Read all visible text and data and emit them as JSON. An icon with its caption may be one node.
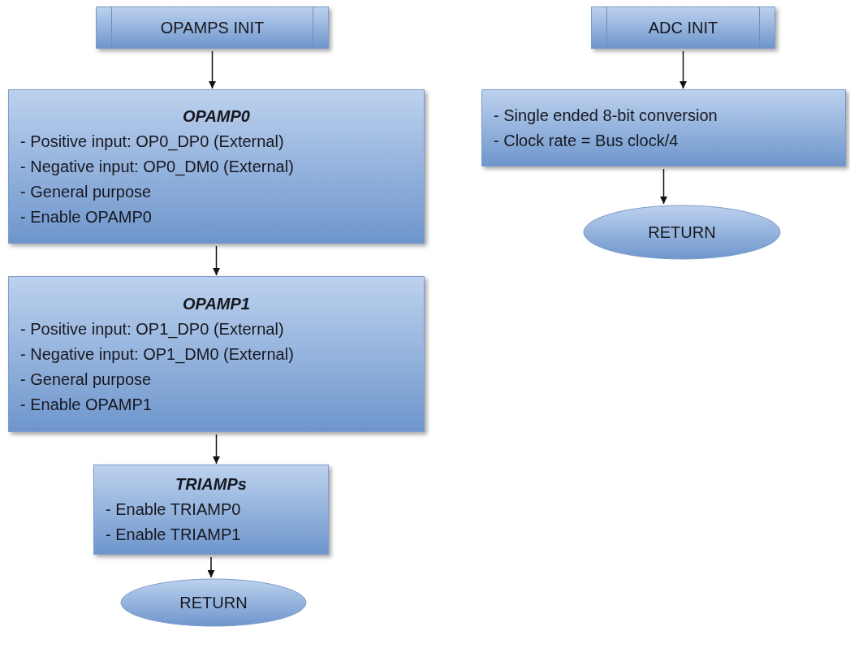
{
  "diagram": {
    "nodes": [
      {
        "text": [
          "OPAMPS INIT"
        ]
      },
      {
        "text": [
          "OPAMP0",
          "- Positive input: OP0_DP0 (External)",
          "- Negative input: OP0_DM0 (External)",
          "- General purpose",
          "- Enable OPAMP0"
        ]
      },
      {
        "text": [
          "OPAMP1",
          "- Positive input: OP1_DP0 (External)",
          "- Negative input: OP1_DM0 (External)",
          "- General purpose",
          "- Enable OPAMP1"
        ]
      },
      {
        "text": [
          "TRIAMPs",
          "- Enable TRIAMP0",
          "- Enable TRIAMP1"
        ]
      },
      {
        "text": [
          "RETURN"
        ]
      },
      {
        "text": [
          "ADC INIT"
        ]
      },
      {
        "text": [
          "- Single ended 8-bit conversion",
          "- Clock rate = Bus clock/4"
        ]
      },
      {
        "text": [
          "RETURN"
        ]
      }
    ],
    "edges": [
      {
        "from": 0,
        "to": 1,
        "arrow": "to"
      },
      {
        "from": 1,
        "to": 2,
        "arrow": "to"
      },
      {
        "from": 2,
        "to": 3,
        "arrow": "to"
      },
      {
        "from": 3,
        "to": 4,
        "arrow": "to"
      },
      {
        "from": 5,
        "to": 6,
        "arrow": "to"
      },
      {
        "from": 6,
        "to": 7,
        "arrow": "to"
      }
    ]
  }
}
